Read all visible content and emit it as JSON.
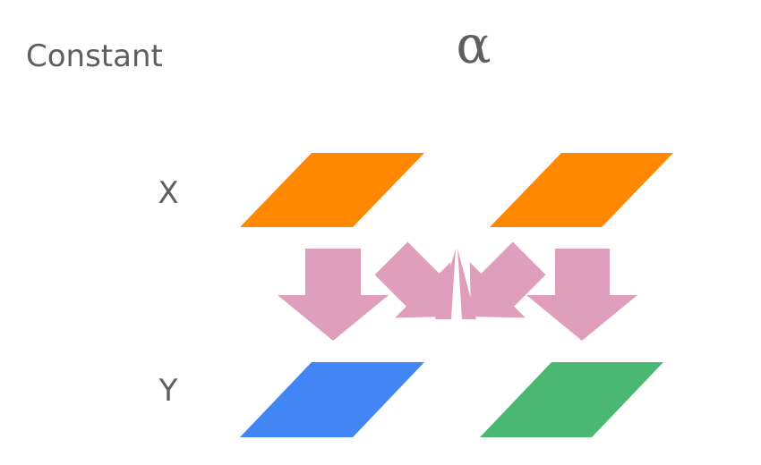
{
  "labels": {
    "constant": "Constant",
    "alpha": "α",
    "x": "X",
    "y": "Y"
  },
  "colors": {
    "text": "#5f5f5f",
    "x_shape": "#ff8800",
    "y_left_shape": "#4285f4",
    "y_right_shape": "#4ab873",
    "arrow": "#e09ebd"
  }
}
